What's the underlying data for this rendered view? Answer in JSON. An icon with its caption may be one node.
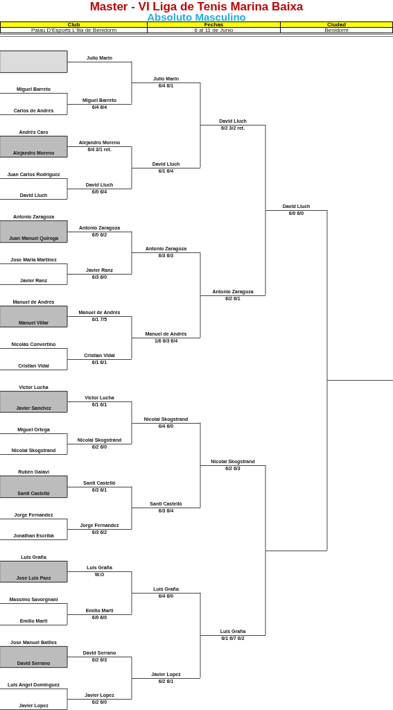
{
  "diagram": {
    "title": "Master - VI Liga de Tenis Marina Baixa",
    "labels": [
      "Absoluto Masculino",
      "Club",
      "Fechas",
      "Ciudad",
      "Palau D'Esports L'Illa de Benidorm",
      "6 al 11 de Junio",
      "Benidorm"
    ],
    "nodes": [
      {
        "text": [],
        "shape": "line"
      },
      {
        "text": [],
        "shape": "line"
      },
      {
        "text": [
          "Miguel Barreto"
        ]
      },
      {
        "text": [
          "Carlos de Andrés"
        ]
      },
      {
        "text": [
          "Andrés Caro"
        ]
      },
      {
        "text": [
          "Alejandro Moreno"
        ]
      },
      {
        "text": [
          "Juan Carlos Rodriguez"
        ]
      },
      {
        "text": [
          "David Lluch"
        ]
      },
      {
        "text": [
          "Antonio Zaragoza"
        ]
      },
      {
        "text": [
          "Juan Manuel Quiroga"
        ]
      },
      {
        "text": [
          "Jose Maria Martinez"
        ]
      },
      {
        "text": [
          "Javier Ranz"
        ]
      },
      {
        "text": [
          "Manuel de Andrés"
        ]
      },
      {
        "text": [
          "Manuel Villar"
        ]
      },
      {
        "text": [
          "Nicolás Convertino"
        ]
      },
      {
        "text": [
          "Cristian Vidal"
        ]
      },
      {
        "text": [
          "Victor Lucha"
        ]
      },
      {
        "text": [
          "Javier Sanchez"
        ]
      },
      {
        "text": [
          "Miguel Ortega"
        ]
      },
      {
        "text": [
          "Nicolai Skogstrand"
        ]
      },
      {
        "text": [
          "Rubén Galavi"
        ]
      },
      {
        "text": [
          "Santi Castelló"
        ]
      },
      {
        "text": [
          "Jorge Fernandez"
        ]
      },
      {
        "text": [
          "Jonathan Escribá"
        ]
      },
      {
        "text": [
          "Luis Graña"
        ]
      },
      {
        "text": [
          "Jose Luis Paez"
        ]
      },
      {
        "text": [
          "Massimo Savorgnani"
        ]
      },
      {
        "text": [
          "Emilio Marti"
        ]
      },
      {
        "text": [
          "Jose Manuel Batlles"
        ]
      },
      {
        "text": [
          "David Serrano"
        ]
      },
      {
        "text": [
          "Luis Angel Dominguez"
        ]
      },
      {
        "text": [
          "Javier Lopez"
        ]
      },
      {
        "text": [
          "Julio Marin"
        ]
      },
      {
        "text": [
          "Miguel Barreto",
          "6/4 6/4"
        ]
      },
      {
        "text": [
          "Alejandro Moreno",
          "6/4 3/1 ret."
        ]
      },
      {
        "text": [
          "David Lluch",
          "6/0 6/4"
        ]
      },
      {
        "text": [
          "Antonio Zaragoza",
          "6/0 6/2"
        ]
      },
      {
        "text": [
          "Javier Ranz",
          "6/3 6/0"
        ]
      },
      {
        "text": [
          "Manuel de Andrés",
          "6/1 7/5"
        ]
      },
      {
        "text": [
          "Cristian Vidal",
          "6/1 6/1"
        ]
      },
      {
        "text": [
          "Victor Lucha",
          "6/1 6/1"
        ]
      },
      {
        "text": [
          "Nicolai Skogstrand",
          "6/2 6/0"
        ]
      },
      {
        "text": [
          "Santi Castelló",
          "6/3 6/1"
        ]
      },
      {
        "text": [
          "Jorge Fernandez",
          "6/3 6/2"
        ]
      },
      {
        "text": [
          "Luis Graña",
          "W.O"
        ]
      },
      {
        "text": [
          "Emilio Marti",
          "6/0 6/0"
        ]
      },
      {
        "text": [
          "David Serrano",
          "6/2 6/3"
        ]
      },
      {
        "text": [
          "Javier Lopez",
          "6/2 6/0"
        ]
      },
      {
        "text": [
          "Julio Marin",
          "6/4 6/1"
        ]
      },
      {
        "text": [
          "David Lluch",
          "6/1 6/4"
        ]
      },
      {
        "text": [
          "Antonio Zaragoza",
          "6/3 6/3"
        ]
      },
      {
        "text": [
          "Manuel de Andrés",
          "1/6 6/3 6/4"
        ]
      },
      {
        "text": [
          "Nicolai Skogstrand",
          "6/4 6/0"
        ]
      },
      {
        "text": [
          "Santi Castelló",
          "6/3 6/4"
        ]
      },
      {
        "text": [
          "Luis Graña",
          "6/4 6/0"
        ]
      },
      {
        "text": [
          "Javier Lopez",
          "6/2 6/1"
        ]
      },
      {
        "text": [
          "David Lluch",
          "6/2 3/2 ret."
        ]
      },
      {
        "text": [
          "Antonio Zaragoza",
          "6/2 6/1"
        ]
      },
      {
        "text": [
          "Nicolai Skogstrand",
          "6/2 6/3"
        ]
      },
      {
        "text": [
          "Luis Graña",
          "6/1 6/7 6/2"
        ]
      },
      {
        "text": [
          "David Lluch",
          "6/0 6/0"
        ]
      },
      {
        "text": [],
        "shape": "line"
      },
      {
        "text": [],
        "shape": "line"
      }
    ],
    "edges": [
      {
        "from": 0,
        "to": 32,
        "arrow": "none"
      },
      {
        "from": 1,
        "to": 32,
        "arrow": "none"
      },
      {
        "from": 2,
        "to": 33,
        "arrow": "none"
      },
      {
        "from": 3,
        "to": 33,
        "arrow": "none"
      },
      {
        "from": 4,
        "to": 34,
        "arrow": "none"
      },
      {
        "from": 5,
        "to": 34,
        "arrow": "none"
      },
      {
        "from": 6,
        "to": 35,
        "arrow": "none"
      },
      {
        "from": 7,
        "to": 35,
        "arrow": "none"
      },
      {
        "from": 8,
        "to": 36,
        "arrow": "none"
      },
      {
        "from": 9,
        "to": 36,
        "arrow": "none"
      },
      {
        "from": 10,
        "to": 37,
        "arrow": "none"
      },
      {
        "from": 11,
        "to": 37,
        "arrow": "none"
      },
      {
        "from": 12,
        "to": 38,
        "arrow": "none"
      },
      {
        "from": 13,
        "to": 38,
        "arrow": "none"
      },
      {
        "from": 14,
        "to": 39,
        "arrow": "none"
      },
      {
        "from": 15,
        "to": 39,
        "arrow": "none"
      },
      {
        "from": 16,
        "to": 40,
        "arrow": "none"
      },
      {
        "from": 17,
        "to": 40,
        "arrow": "none"
      },
      {
        "from": 18,
        "to": 41,
        "arrow": "none"
      },
      {
        "from": 19,
        "to": 41,
        "arrow": "none"
      },
      {
        "from": 20,
        "to": 42,
        "arrow": "none"
      },
      {
        "from": 21,
        "to": 42,
        "arrow": "none"
      },
      {
        "from": 22,
        "to": 43,
        "arrow": "none"
      },
      {
        "from": 23,
        "to": 43,
        "arrow": "none"
      },
      {
        "from": 24,
        "to": 44,
        "arrow": "none"
      },
      {
        "from": 25,
        "to": 44,
        "arrow": "none"
      },
      {
        "from": 26,
        "to": 45,
        "arrow": "none"
      },
      {
        "from": 27,
        "to": 45,
        "arrow": "none"
      },
      {
        "from": 28,
        "to": 46,
        "arrow": "none"
      },
      {
        "from": 29,
        "to": 46,
        "arrow": "none"
      },
      {
        "from": 30,
        "to": 47,
        "arrow": "none"
      },
      {
        "from": 31,
        "to": 47,
        "arrow": "none"
      },
      {
        "from": 32,
        "to": 48,
        "arrow": "none"
      },
      {
        "from": 33,
        "to": 48,
        "arrow": "none"
      },
      {
        "from": 34,
        "to": 49,
        "arrow": "none"
      },
      {
        "from": 35,
        "to": 49,
        "arrow": "none"
      },
      {
        "from": 36,
        "to": 50,
        "arrow": "none"
      },
      {
        "from": 37,
        "to": 50,
        "arrow": "none"
      },
      {
        "from": 38,
        "to": 51,
        "arrow": "none"
      },
      {
        "from": 39,
        "to": 51,
        "arrow": "none"
      },
      {
        "from": 40,
        "to": 52,
        "arrow": "none"
      },
      {
        "from": 41,
        "to": 52,
        "arrow": "none"
      },
      {
        "from": 42,
        "to": 53,
        "arrow": "none"
      },
      {
        "from": 43,
        "to": 53,
        "arrow": "none"
      },
      {
        "from": 44,
        "to": 54,
        "arrow": "none"
      },
      {
        "from": 45,
        "to": 54,
        "arrow": "none"
      },
      {
        "from": 46,
        "to": 55,
        "arrow": "none"
      },
      {
        "from": 47,
        "to": 55,
        "arrow": "none"
      },
      {
        "from": 48,
        "to": 56,
        "arrow": "none"
      },
      {
        "from": 49,
        "to": 56,
        "arrow": "none"
      },
      {
        "from": 50,
        "to": 57,
        "arrow": "none"
      },
      {
        "from": 51,
        "to": 57,
        "arrow": "none"
      },
      {
        "from": 52,
        "to": 58,
        "arrow": "none"
      },
      {
        "from": 53,
        "to": 58,
        "arrow": "none"
      },
      {
        "from": 54,
        "to": 59,
        "arrow": "none"
      },
      {
        "from": 55,
        "to": 59,
        "arrow": "none"
      },
      {
        "from": 56,
        "to": 60,
        "arrow": "none"
      },
      {
        "from": 57,
        "to": 60,
        "arrow": "none"
      },
      {
        "from": 58,
        "to": 61,
        "arrow": "none"
      },
      {
        "from": 59,
        "to": 61,
        "arrow": "none"
      },
      {
        "from": 60,
        "to": 62,
        "arrow": "none"
      },
      {
        "from": 61,
        "to": 62,
        "arrow": "none"
      }
    ]
  }
}
